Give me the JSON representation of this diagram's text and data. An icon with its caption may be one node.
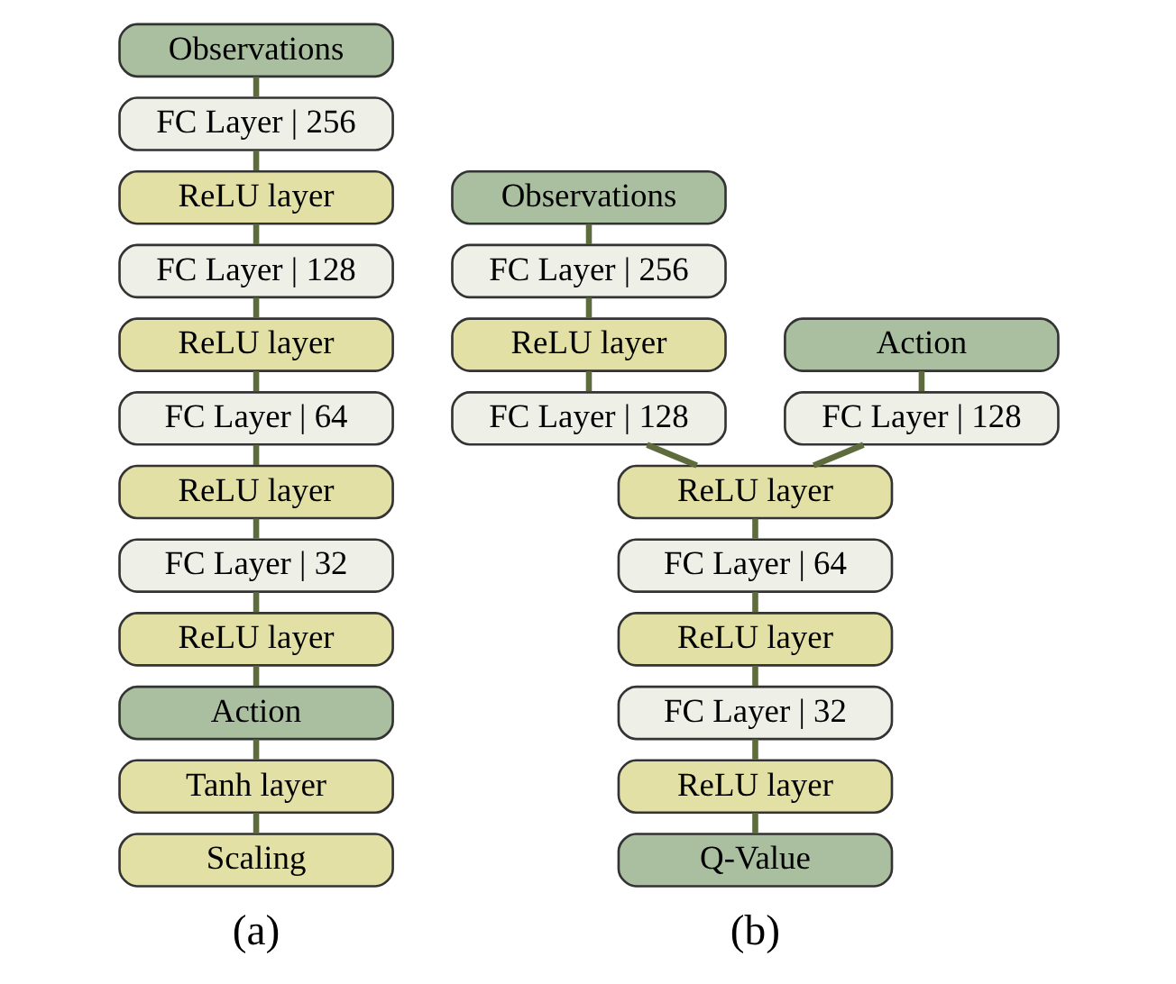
{
  "diagram": {
    "nodes": [
      {
        "text": [
          "Observations"
        ]
      },
      {
        "text": [
          "FC Layer | 256"
        ]
      },
      {
        "text": [
          "ReLU layer"
        ]
      },
      {
        "text": [
          "FC Layer | 128"
        ]
      },
      {
        "text": [
          "ReLU layer"
        ]
      },
      {
        "text": [
          "FC Layer | 64"
        ]
      },
      {
        "text": [
          "ReLU layer"
        ]
      },
      {
        "text": [
          "FC Layer | 32"
        ]
      },
      {
        "text": [
          "ReLU layer"
        ]
      },
      {
        "text": [
          "Action"
        ]
      },
      {
        "text": [
          "Tanh layer"
        ]
      },
      {
        "text": [
          "Scaling"
        ]
      },
      {
        "text": [
          "Observations"
        ]
      },
      {
        "text": [
          "FC Layer | 256"
        ]
      },
      {
        "text": [
          "ReLU layer"
        ]
      },
      {
        "text": [
          "Action"
        ]
      },
      {
        "text": [
          "FC Layer | 128"
        ]
      },
      {
        "text": [
          "FC Layer | 128"
        ]
      },
      {
        "text": [
          "ReLU layer"
        ]
      },
      {
        "text": [
          "FC Layer | 64"
        ]
      },
      {
        "text": [
          "ReLU layer"
        ]
      },
      {
        "text": [
          "FC Layer | 32"
        ]
      },
      {
        "text": [
          "ReLU layer"
        ]
      },
      {
        "text": [
          "Q-Value"
        ]
      }
    ],
    "edges": [
      {
        "from": 0,
        "to": 1,
        "arrow": "none"
      },
      {
        "from": 1,
        "to": 2,
        "arrow": "none"
      },
      {
        "from": 2,
        "to": 3,
        "arrow": "none"
      },
      {
        "from": 3,
        "to": 4,
        "arrow": "none"
      },
      {
        "from": 4,
        "to": 5,
        "arrow": "none"
      },
      {
        "from": 5,
        "to": 6,
        "arrow": "none"
      },
      {
        "from": 6,
        "to": 7,
        "arrow": "none"
      },
      {
        "from": 7,
        "to": 8,
        "arrow": "none"
      },
      {
        "from": 8,
        "to": 9,
        "arrow": "none"
      },
      {
        "from": 9,
        "to": 10,
        "arrow": "none"
      },
      {
        "from": 10,
        "to": 11,
        "arrow": "none"
      },
      {
        "from": 12,
        "to": 13,
        "arrow": "none"
      },
      {
        "from": 13,
        "to": 14,
        "arrow": "none"
      },
      {
        "from": 14,
        "to": 17,
        "arrow": "none"
      },
      {
        "from": 15,
        "to": 16,
        "arrow": "none"
      },
      {
        "from": 16,
        "to": 18,
        "arrow": "none"
      },
      {
        "from": 17,
        "to": 18,
        "arrow": "none"
      },
      {
        "from": 18,
        "to": 19,
        "arrow": "none"
      },
      {
        "from": 19,
        "to": 20,
        "arrow": "none"
      },
      {
        "from": 20,
        "to": 21,
        "arrow": "none"
      },
      {
        "from": 21,
        "to": 22,
        "arrow": "none"
      },
      {
        "from": 22,
        "to": 23,
        "arrow": "none"
      }
    ],
    "labels": [
      "(a)",
      "(b)"
    ]
  }
}
